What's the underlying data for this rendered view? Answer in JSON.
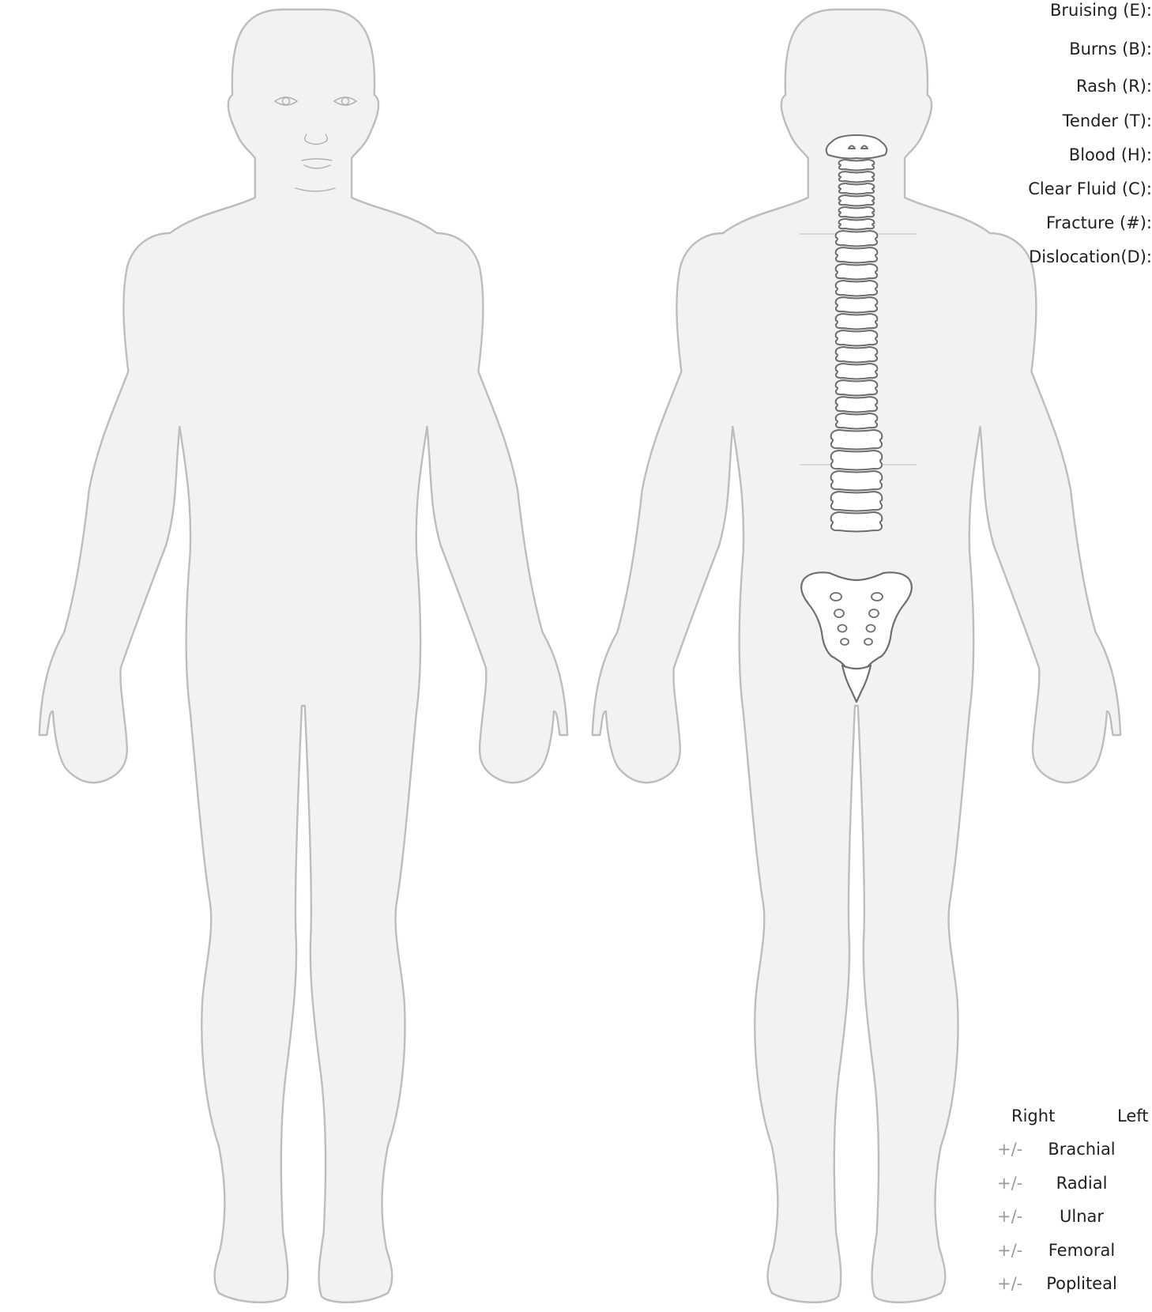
{
  "legend": {
    "items": [
      "Bruising (E):",
      "Burns (B):",
      "Rash (R):",
      "Tender (T):",
      "Blood (H):",
      "Clear Fluid (C):",
      "Fracture (#):",
      "Dislocation(D):"
    ]
  },
  "pulses": {
    "header_right": "Right",
    "header_left": "Left",
    "marker": "+/-",
    "rows": [
      "Brachial",
      "Radial",
      "Ulnar",
      "Femoral",
      "Popliteal"
    ]
  },
  "colors": {
    "body_fill": "#f1f2f4",
    "body_outline": "#bdbdbd",
    "spine_outline": "#6e6e6e"
  }
}
